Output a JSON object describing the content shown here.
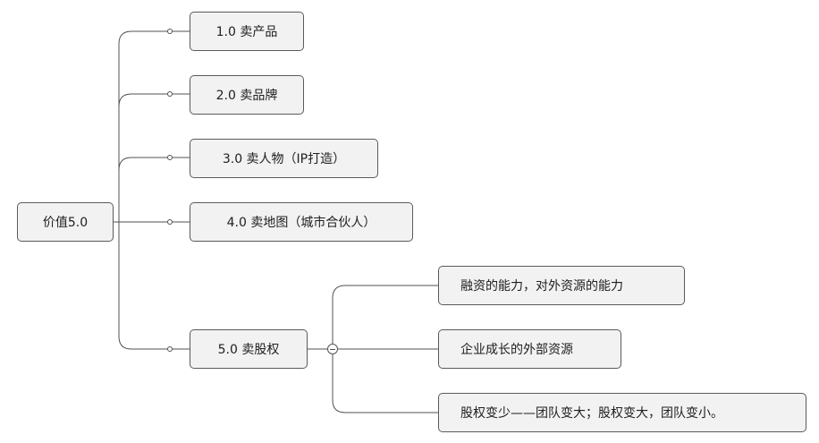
{
  "root": {
    "label": "价值5.0"
  },
  "branches": [
    {
      "label": "1.0 卖产品"
    },
    {
      "label": "2.0 卖品牌"
    },
    {
      "label": "3.0 卖人物（IP打造）"
    },
    {
      "label": "4.0 卖地图（城市合伙人）"
    },
    {
      "label": "5.0 卖股权",
      "children": [
        {
          "label": "融资的能力，对外资源的能力"
        },
        {
          "label": "企业成长的外部资源"
        },
        {
          "label": "股权变少——团队变大；股权变大，团队变小。"
        }
      ]
    }
  ]
}
